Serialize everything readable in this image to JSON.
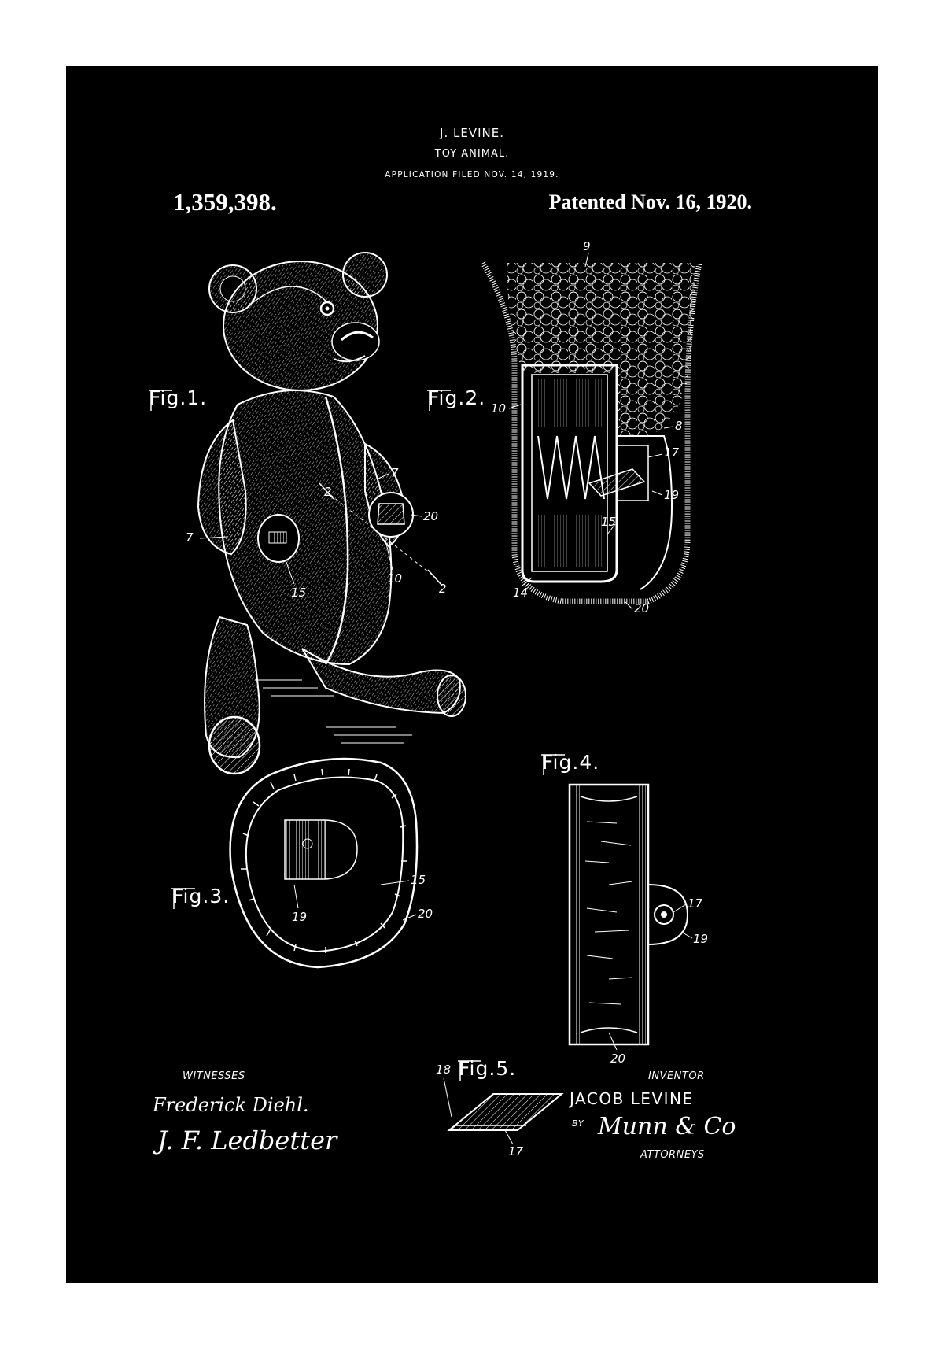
{
  "header": {
    "inventor": "J. LEVINE.",
    "title": "TOY ANIMAL.",
    "filed": "APPLICATION FILED NOV. 14, 1919.",
    "patent_number": "1,359,398.",
    "patent_date": "Patented Nov. 16, 1920."
  },
  "figures": {
    "fig1": "Fig.1.",
    "fig2": "Fig.2.",
    "fig3": "Fig.3.",
    "fig4": "Fig.4.",
    "fig5": "Fig.5."
  },
  "refs": {
    "fig1": [
      "7",
      "7",
      "2",
      "2",
      "20",
      "10",
      "15"
    ],
    "fig2": [
      "9",
      "10",
      "8",
      "17",
      "19",
      "15",
      "14",
      "20"
    ],
    "fig3": [
      "15",
      "20",
      "19"
    ],
    "fig4": [
      "17",
      "19",
      "20"
    ],
    "fig5": [
      "18",
      "17"
    ]
  },
  "footer": {
    "witnesses_label": "WITNESSES",
    "witness_1": "Frederick Diehl.",
    "witness_2": "J. F. Ledbetter",
    "inventor_label": "INVENTOR",
    "inventor_name": "JACOB LEVINE",
    "by_label": "BY",
    "attorney_signature": "Munn & Co",
    "attorneys_label": "ATTORNEYS"
  },
  "colors": {
    "background": "#000000",
    "ink": "#ffffff",
    "margin": "#ffffff"
  }
}
